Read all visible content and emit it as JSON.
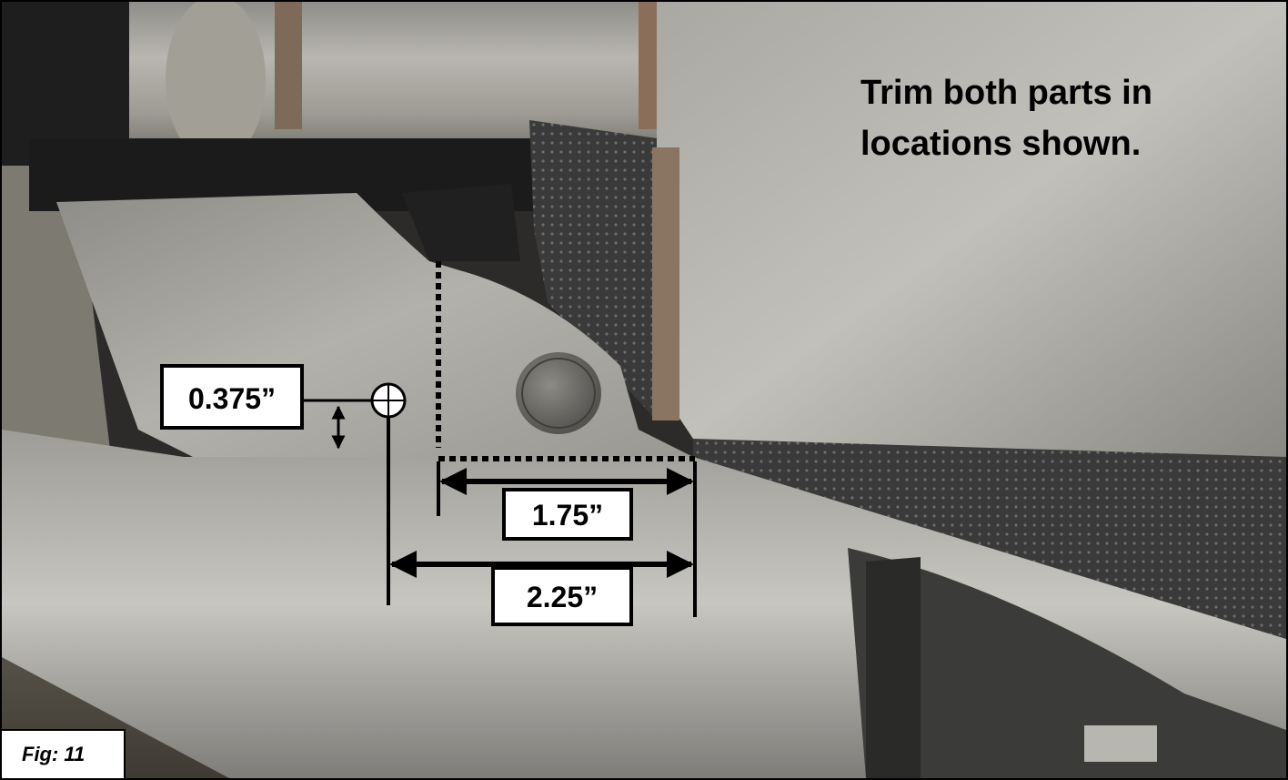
{
  "instruction": {
    "line1": "Trim both parts in",
    "line2": "locations shown."
  },
  "dimensions": {
    "offset": "0.375”",
    "short": "1.75”",
    "long": "2.25”"
  },
  "figure": {
    "caption": "Fig: 11"
  },
  "colors": {
    "annotation": "#000000",
    "label_bg": "#ffffff"
  }
}
